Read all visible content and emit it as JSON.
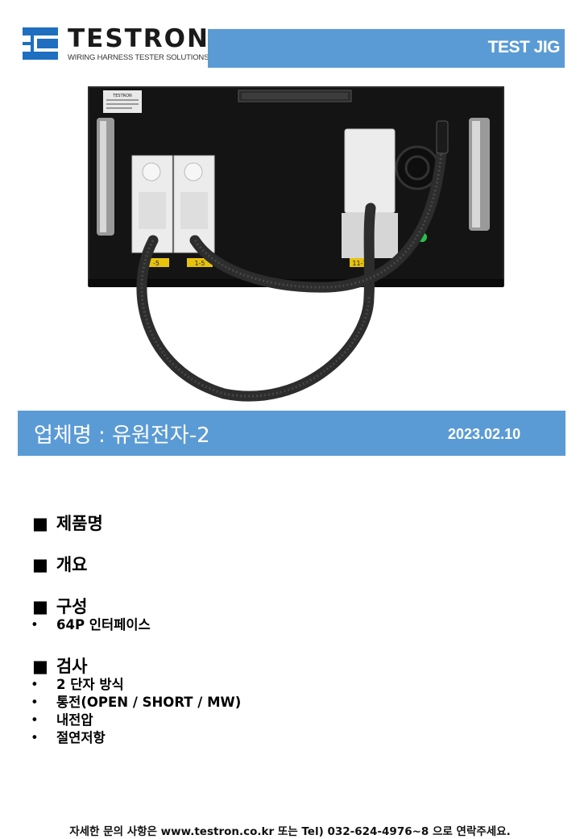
{
  "brand": {
    "name": "TESTRON",
    "tagline": "WIRING HARNESS TESTER SOLUTIONS",
    "colors": {
      "primary": "#5b9bd5",
      "logo_blue": "#1f6fc0"
    }
  },
  "header": {
    "label": "TEST JIG"
  },
  "photo": {
    "jig_plate_label": "TESTRON",
    "tags": [
      "-5",
      "1-5",
      "11-16"
    ]
  },
  "banner": {
    "company": "업체명 : 유원전자-2",
    "date": "2023.02.10"
  },
  "sections": {
    "product": {
      "marker": "■",
      "title": "제품명"
    },
    "overview": {
      "marker": "■",
      "title": "개요"
    },
    "composition": {
      "marker": "■",
      "title": "구성",
      "items": [
        "64P 인터페이스"
      ]
    },
    "inspection": {
      "marker": "■",
      "title": "검사",
      "items": [
        "2 단자 방식",
        "통전(OPEN / SHORT / MW)",
        "내전압",
        "절연저항"
      ]
    }
  },
  "bullet_glyph": "•",
  "footer": {
    "text": "자세한 문의 사항은 www.testron.co.kr 또는 Tel) 032-624-4976~8 으로 연락주세요."
  }
}
